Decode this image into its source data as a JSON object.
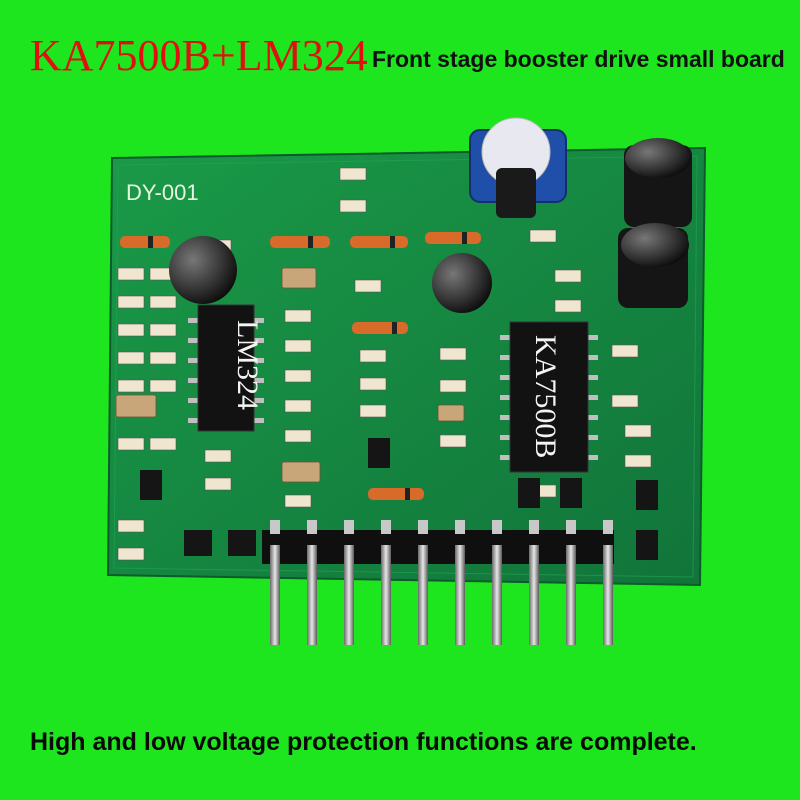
{
  "header": {
    "model": "KA7500B+LM324",
    "description": "Front stage booster drive small board"
  },
  "footer": {
    "feature": "High and low voltage protection functions are complete."
  },
  "board": {
    "board_id": "DY-001",
    "chip_left": "LM324",
    "chip_right": "KA7500B"
  },
  "colors": {
    "background": "#1ee61e",
    "pcb": "#168a3c",
    "title_red": "#e01010",
    "text_dark": "#111111"
  }
}
